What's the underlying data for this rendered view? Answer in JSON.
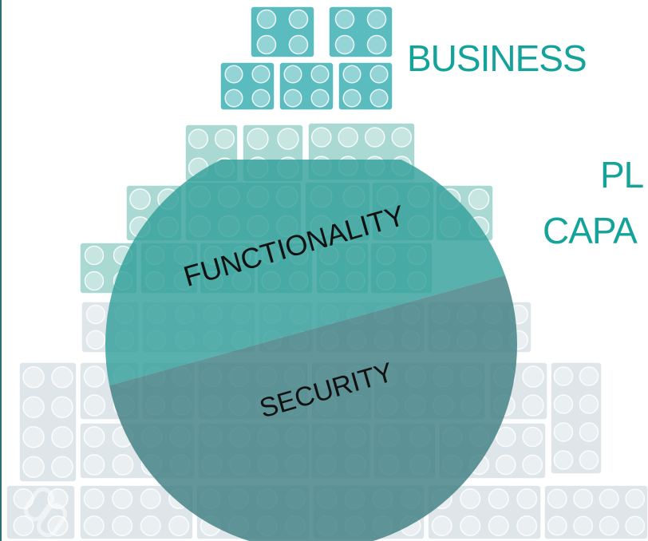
{
  "labels": {
    "business": "BUSINESS",
    "platform": "PL",
    "capability": "CAPA"
  },
  "circle": {
    "functionality": "FUNCTIONALITY",
    "security": "SECURITY"
  },
  "colors": {
    "accent": "#14a39a",
    "brick_top": "#5bbcc0",
    "brick_mid": "#a9d9d2",
    "brick_low": "#dfe6ea",
    "circle_top": "#3a9f9a",
    "circle_bottom": "#4f8a8c"
  }
}
